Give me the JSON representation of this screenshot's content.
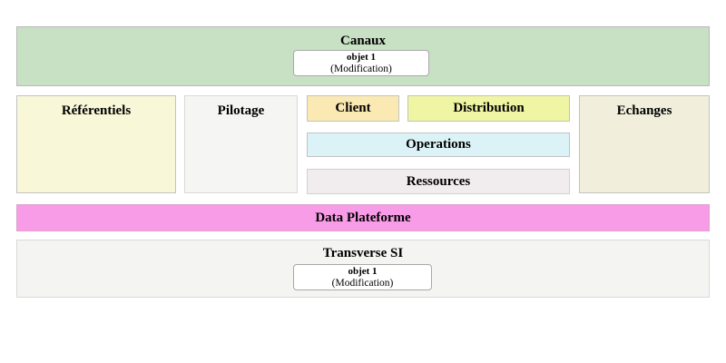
{
  "diagram": {
    "background": "#ffffff",
    "text_color": "#000000"
  },
  "blocks": {
    "canaux": {
      "label": "Canaux",
      "bg": "#c8e1c4"
    },
    "referentiels": {
      "label": "Référentiels",
      "bg": "#f8f7d8"
    },
    "pilotage": {
      "label": "Pilotage",
      "bg": "#f5f5f4"
    },
    "client": {
      "label": "Client",
      "bg": "#fbe9b4"
    },
    "distribution": {
      "label": "Distribution",
      "bg": "#eff5a2"
    },
    "operations": {
      "label": "Operations",
      "bg": "#dbf3f6"
    },
    "ressources": {
      "label": "Ressources",
      "bg": "#f1ecee"
    },
    "echanges": {
      "label": "Echanges",
      "bg": "#f1efdc"
    },
    "data_plateforme": {
      "label": "Data Plateforme",
      "bg": "#f99ce7"
    },
    "transverse_si": {
      "label": "Transverse SI",
      "bg": "#f4f4f3"
    }
  },
  "objects": {
    "canaux": {
      "title": "objet 1",
      "subtitle": "(Modification)"
    },
    "transverse_si": {
      "title": "objet 1",
      "subtitle": "(Modification)"
    }
  }
}
